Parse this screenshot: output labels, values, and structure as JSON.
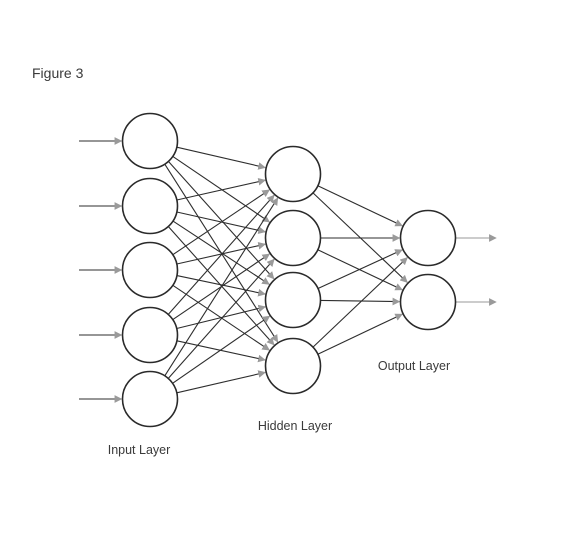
{
  "figure": {
    "label": "Figure 3"
  },
  "network": {
    "layers": [
      {
        "name": "input",
        "label": "Input Layer",
        "neurons": 5
      },
      {
        "name": "hidden",
        "label": "Hidden Layer",
        "neurons": 4
      },
      {
        "name": "output",
        "label": "Output Layer",
        "neurons": 2
      }
    ],
    "connectivity": "fully-connected"
  },
  "colors": {
    "neuron_stroke": "#2a2a2a",
    "edge_dark": "#2e2e2e",
    "arrow_gray": "#9a9a9a",
    "text": "#3a3a3a"
  }
}
